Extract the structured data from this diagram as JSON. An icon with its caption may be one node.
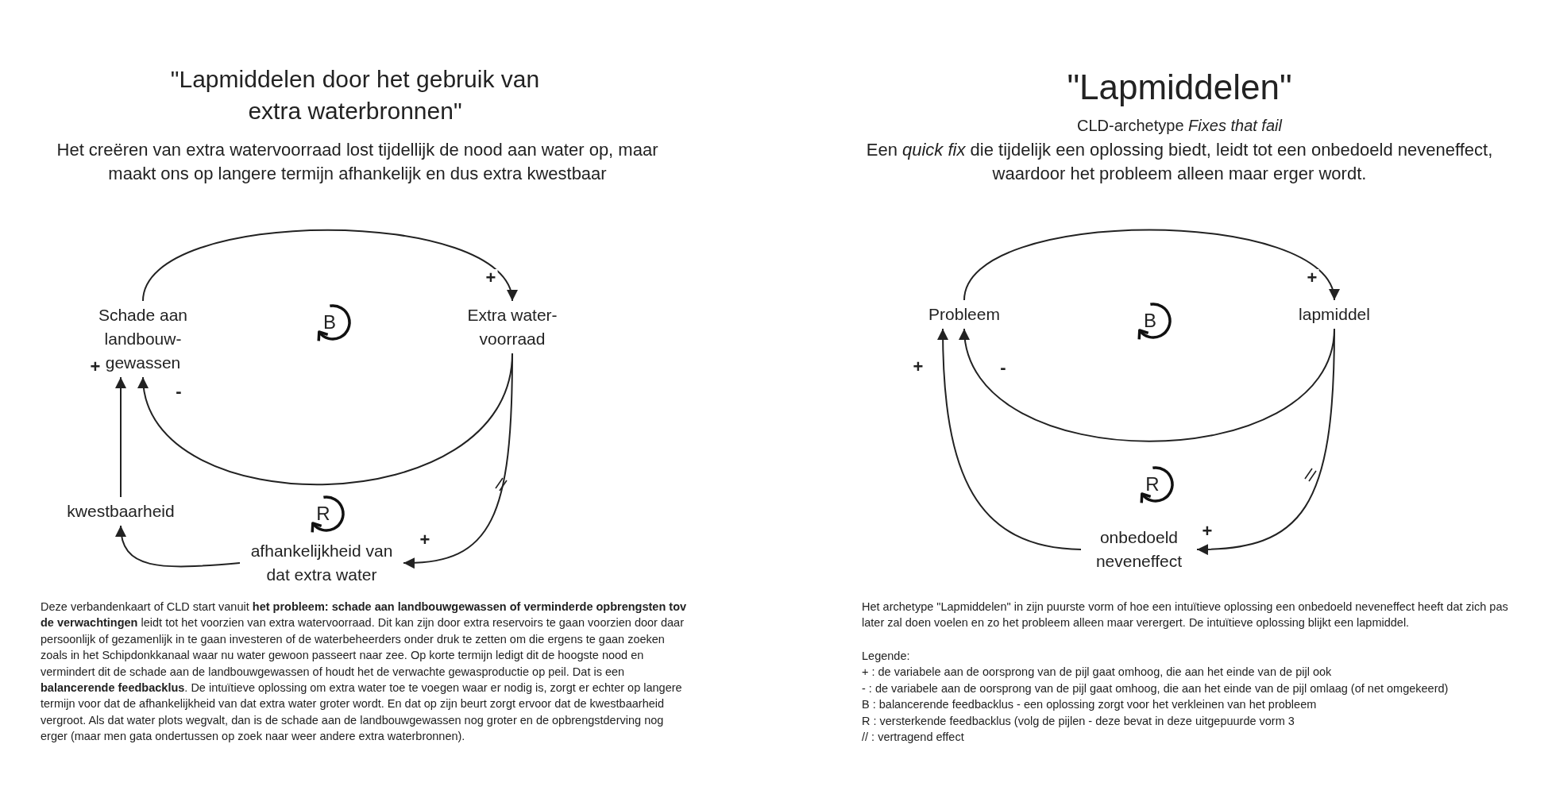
{
  "diagram": {
    "nodes": [
      {
        "text": [
          "Schade aan landbouw- gewassen"
        ]
      },
      {
        "text": [
          "Extra water- voorraad"
        ]
      },
      {
        "text": [
          "kwestbaarheid"
        ]
      },
      {
        "text": [
          "afhankelijkheid van dat extra water"
        ]
      },
      {
        "text": [
          "Probleem"
        ]
      },
      {
        "text": [
          "lapmiddel"
        ]
      },
      {
        "text": [
          "onbedoeld neveneffect"
        ]
      }
    ],
    "edges": [
      {
        "from": 0,
        "to": 1,
        "arrow": "to",
        "label": "+"
      },
      {
        "from": 1,
        "to": 0,
        "arrow": "to",
        "label": "-"
      },
      {
        "from": 1,
        "to": 3,
        "arrow": "to",
        "label": "+"
      },
      {
        "from": 3,
        "to": 2,
        "arrow": "to"
      },
      {
        "from": 2,
        "to": 0,
        "arrow": "to",
        "label": "+"
      },
      {
        "from": 4,
        "to": 5,
        "arrow": "to",
        "label": "+"
      },
      {
        "from": 5,
        "to": 4,
        "arrow": "to",
        "label": "-"
      },
      {
        "from": 5,
        "to": 6,
        "arrow": "to",
        "label": "+"
      },
      {
        "from": 6,
        "to": 4,
        "arrow": "to",
        "label": "+"
      }
    ],
    "labels": [
      "\"Lapmiddelen door het gebruik van extra waterbronnen\"",
      "Het creëren van extra watervoorraad lost tijdellijk de nood aan water op, maar maakt ons op langere termijn afhankelijk en dus extra kwestbaar",
      "B",
      "R",
      "Deze verbandenkaart of CLD start vanuit **het probleem: schade aan landbouwgewassen of verminderde opbrengsten tov de verwachtingen** leidt tot het voorzien van extra watervoorraad. Dit kan zijn door extra reservoirs te gaan voorzien door daar persoonlijk of gezamenlijk in te gaan investeren of de waterbeheerders onder druk te zetten om die ergens te gaan zoeken zoals in het Schipdonkkanaal waar nu water gewoon passeert naar zee. Op korte termijn ledigt dit de hoogste nood en vermindert dit de schade aan de landbouwgewassen of houdt het de verwachte gewasproductie op peil. Dat is een **balancerende feedbacklus**. De intuïtieve oplossing om extra water toe te voegen waar er nodig is, zorgt er echter op langere termijn voor dat de afhankelijkheid van dat extra water groter wordt. En dat op zijn beurt zorgt ervoor dat de kwestbaarheid vergroot. Als dat water plots wegvalt, dan is de schade aan de landbouwgewassen nog groter en de opbrengstderving nog erger (maar men gata ondertussen op zoek naar weer andere extra waterbronnen).",
      "\"Lapmiddelen\"",
      "CLD-archetype *Fixes that fail*",
      "Een *quick fix* die tijdelijk een oplossing biedt, leidt tot een onbedoeld neveneffect, waardoor het probleem alleen maar erger wordt.",
      "B",
      "R",
      "Het archetype \"Lapmiddelen\" in zijn puurste vorm of hoe een intuïtieve oplossing een onbedoeld neveneffect heeft dat zich pas later zal doen voelen en zo het probleem alleen maar verergert. De intuïtieve oplossing blijkt een lapmiddel.",
      "Legende:",
      "+ : de variabele aan de oorsprong van de pijl gaat omhoog, die aan het einde van de pijl ook",
      "- : de variabele aan de oorsprong van de pijl gaat omhoog, die aan het einde van de pijl omlaag (of net omgekeerd)",
      "B : balancerende feedbacklus - een oplossing zorgt voor het verkleinen van het probleem",
      "R : versterkende feedbacklus (volg de pijlen - deze bevat in deze uitgepuurde vorm 3",
      "// : vertragend effect"
    ]
  }
}
